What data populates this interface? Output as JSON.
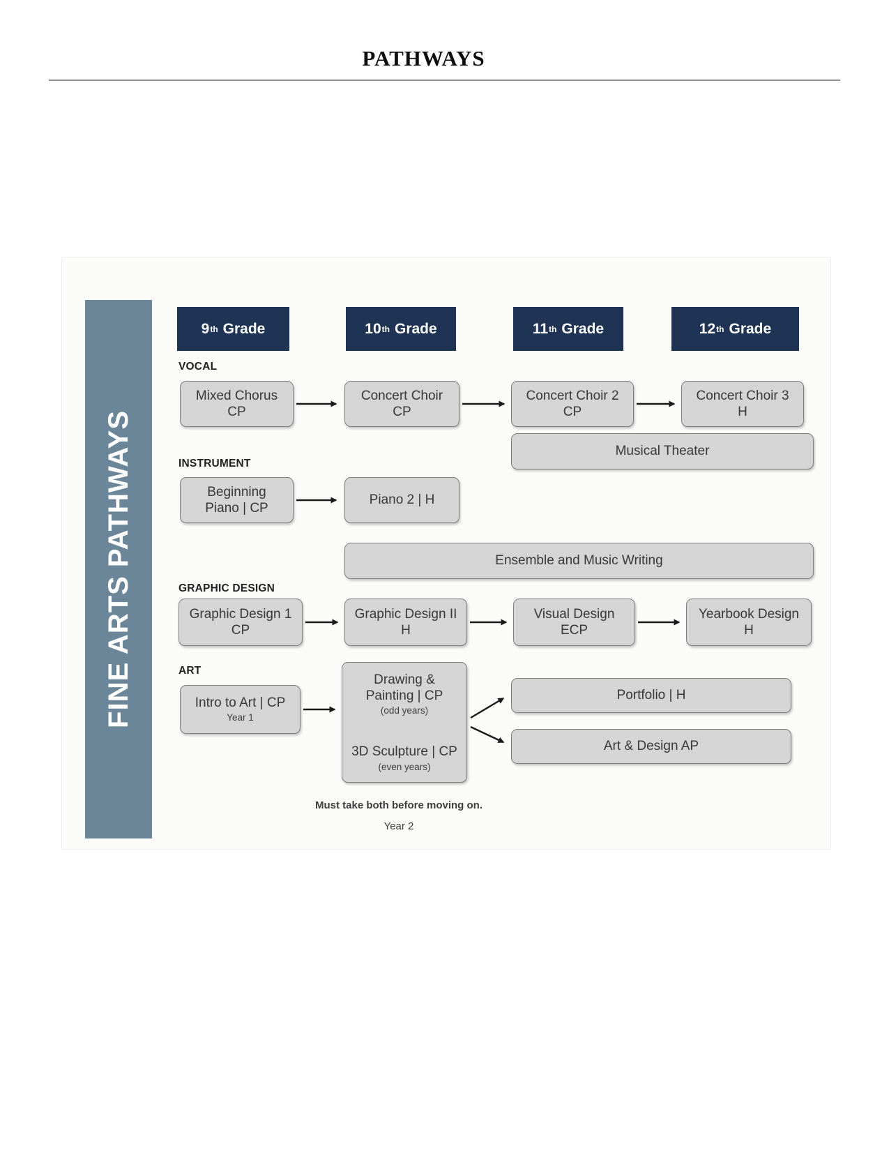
{
  "page": {
    "title": "PATHWAYS"
  },
  "sidebar": {
    "label": "FINE ARTS PATHWAYS"
  },
  "grades": [
    {
      "num": "9",
      "sup": "th",
      "word": "Grade"
    },
    {
      "num": "10",
      "sup": "th",
      "word": "Grade"
    },
    {
      "num": "11",
      "sup": "th",
      "word": "Grade"
    },
    {
      "num": "12",
      "sup": "th",
      "word": "Grade"
    }
  ],
  "sections": {
    "vocal": "VOCAL",
    "instrument": "INSTRUMENT",
    "graphic_design": "GRAPHIC DESIGN",
    "art": "ART"
  },
  "vocal_row": [
    {
      "line1": "Mixed Chorus",
      "line2": "CP"
    },
    {
      "line1": "Concert Choir",
      "line2": "CP"
    },
    {
      "line1": "Concert Choir 2",
      "line2": "CP"
    },
    {
      "line1": "Concert Choir 3",
      "line2": "H"
    }
  ],
  "musical_theater": {
    "label": "Musical Theater"
  },
  "instrument_row": [
    {
      "line1": "Beginning",
      "line2": "Piano | CP"
    },
    {
      "line1": "Piano 2 | H"
    }
  ],
  "ensemble": {
    "label": "Ensemble and Music Writing"
  },
  "graphic_row": [
    {
      "line1": "Graphic Design 1",
      "line2": "CP"
    },
    {
      "line1": "Graphic Design II",
      "line2": "H"
    },
    {
      "line1": "Visual Design",
      "line2": "ECP"
    },
    {
      "line1": "Yearbook Design",
      "line2": "H"
    }
  ],
  "art": {
    "intro": {
      "line1": "Intro to Art | CP",
      "note": "Year 1"
    },
    "combo": {
      "top_line1": "Drawing &",
      "top_line2": "Painting | CP",
      "top_note": "(odd years)",
      "bottom_line1": "3D Sculpture | CP",
      "bottom_note": "(even years)"
    },
    "portfolio": {
      "label": "Portfolio | H"
    },
    "ap": {
      "label": "Art & Design AP"
    }
  },
  "caption": {
    "line1": "Must take both before moving on.",
    "line2": "Year 2"
  },
  "colors": {
    "navy": "#1f3354",
    "sidebar_blue": "#6b8699",
    "box_fill": "#d5d5d5",
    "box_border": "#7d7d7d",
    "arrow": "#1a1a1a"
  }
}
